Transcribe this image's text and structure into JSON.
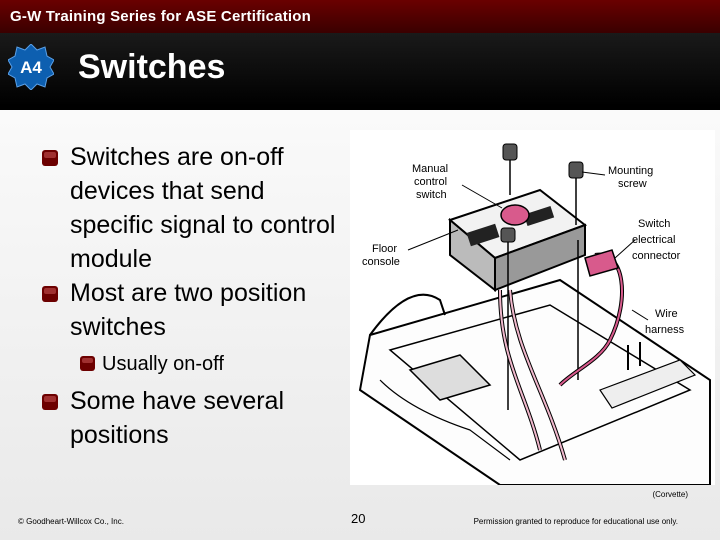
{
  "header": {
    "series_title": "G-W Training Series for ASE Certification"
  },
  "badge": {
    "label": "A4"
  },
  "slide": {
    "title": "Switches"
  },
  "bullets": [
    {
      "text": "Switches are on-off devices that send specific signal to control module"
    },
    {
      "text": "Most are two position switches"
    },
    {
      "text": "Usually on-off"
    },
    {
      "text": "Some have several positions"
    }
  ],
  "figure": {
    "labels": {
      "manual_1": "Manual",
      "manual_2": "control",
      "manual_3": "switch",
      "mounting_1": "Mounting",
      "mounting_2": "screw",
      "floor_1": "Floor",
      "floor_2": "console",
      "switch_1": "Switch",
      "switch_2": "electrical",
      "switch_3": "connector",
      "wire_1": "Wire",
      "wire_2": "harness"
    },
    "credit": "(Corvette)"
  },
  "footer": {
    "left": "© Goodheart-Willcox Co., Inc.",
    "page_number": "20",
    "right": "Permission granted to reproduce for educational use only."
  },
  "colors": {
    "header": "#5a0000",
    "bullet": "#6c0000",
    "badge": "#0d5fb0"
  }
}
